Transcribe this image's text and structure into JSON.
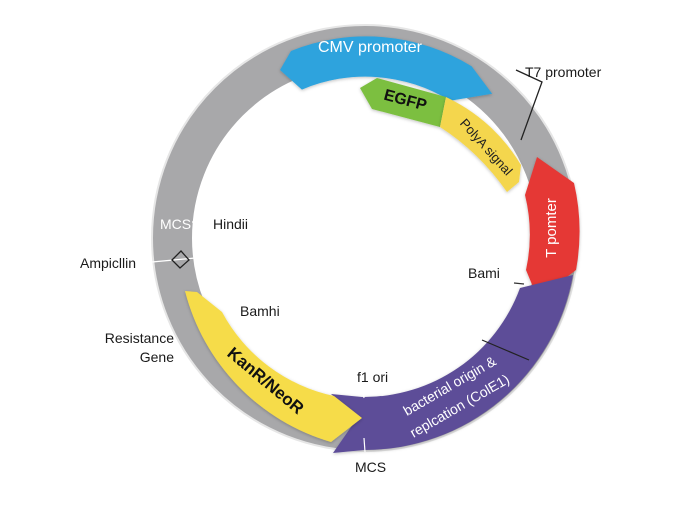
{
  "segments": {
    "cmv": {
      "label": "CMV promoter",
      "color": "#2ea3dd"
    },
    "egfp": {
      "label": "EGFP",
      "color": "#7bbf3f"
    },
    "polya": {
      "label": "PolyA signal",
      "color": "#f4d64e"
    },
    "t_promoter": {
      "label": "T pomter",
      "color": "#e53935"
    },
    "ori": {
      "line1": "bacterial origin &",
      "line2": "replcation (ColE1)",
      "color": "#5d4d98"
    },
    "kanr": {
      "label": "KanR/NeoR",
      "color": "#f6dc49"
    },
    "backbone": {
      "color": "#a8a8aa"
    }
  },
  "labels": {
    "t7": "T7 promoter",
    "mcs_left": "MCS",
    "hindii": "Hindii",
    "ampicillin": "Ampicllin",
    "bamhi": "Bamhi",
    "resistance_line1": "Resistance",
    "resistance_line2": "Gene",
    "f1_ori": "f1 ori",
    "mcs_bottom": "MCS",
    "bami": "Bami"
  }
}
